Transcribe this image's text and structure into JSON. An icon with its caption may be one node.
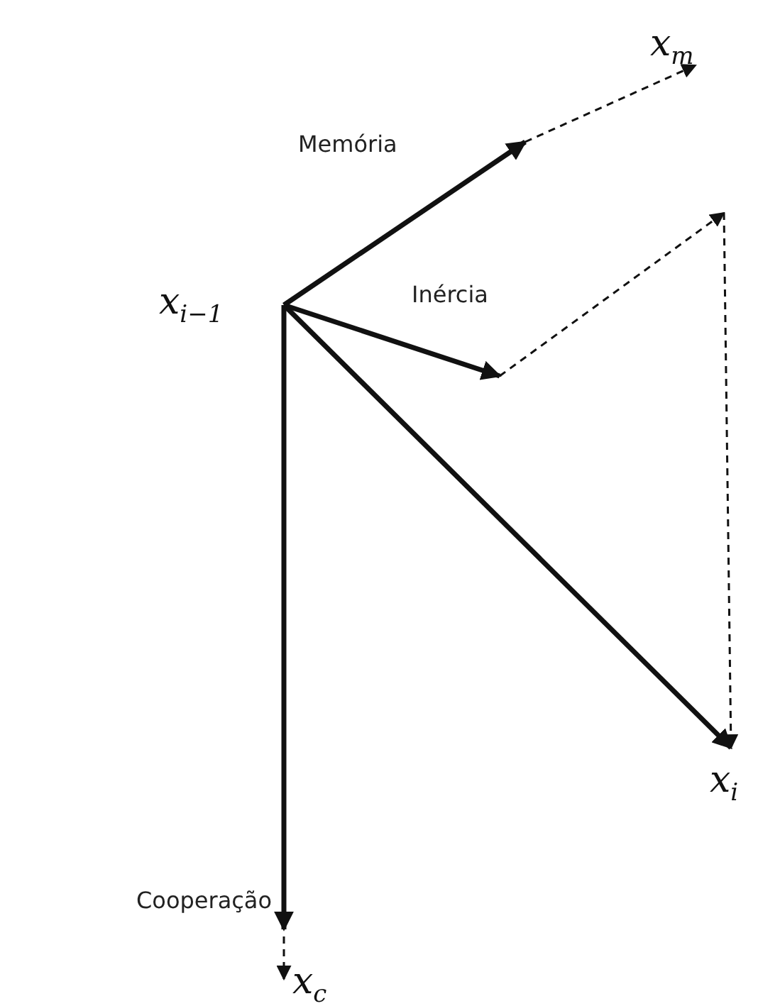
{
  "diagram": {
    "nodes": [
      {
        "text": [
          "x$_{i−1}$"
        ]
      },
      {
        "text": [
          "x$_{m}$"
        ]
      },
      {
        "text": [
          "x$_{i}$"
        ]
      },
      {
        "text": [
          "x$_{c}$"
        ]
      }
    ],
    "edges": [
      {
        "from": 0,
        "to": null,
        "arrow": "to",
        "label": "Memória"
      },
      {
        "from": null,
        "to": 1,
        "arrow": "to",
        "style": "dashed"
      },
      {
        "from": 0,
        "to": null,
        "arrow": "to",
        "label": "Inércia"
      },
      {
        "from": null,
        "to": 2,
        "arrow": "to",
        "style": "dashed"
      },
      {
        "from": 0,
        "to": 2,
        "arrow": "to"
      },
      {
        "from": 0,
        "to": 3,
        "arrow": "to",
        "label": "Cooperação"
      },
      {
        "from": null,
        "to": 3,
        "arrow": "to",
        "style": "dashed"
      }
    ]
  }
}
